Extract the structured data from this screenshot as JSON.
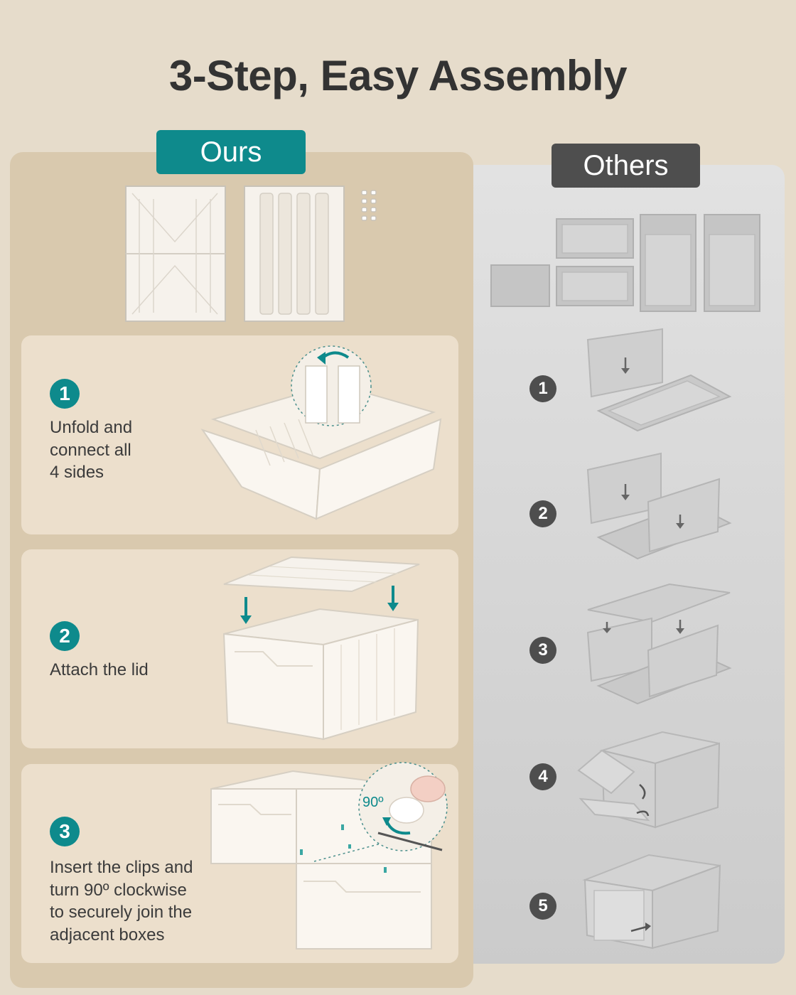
{
  "title": "3-Step, Easy Assembly",
  "ours": {
    "label": "Ours",
    "steps": [
      {
        "number": "1",
        "text": "Unfold and connect all 4 sides",
        "lines": [
          "Unfold and",
          "connect all",
          "4 sides"
        ]
      },
      {
        "number": "2",
        "text": "Attach the lid",
        "lines": [
          "Attach the lid"
        ]
      },
      {
        "number": "3",
        "text": "Insert the clips and turn 90º clockwise to securely join the adjacent boxes",
        "lines": [
          "Insert the clips and",
          "turn 90º clockwise",
          "to securely join the",
          "adjacent boxes"
        ],
        "angle_label": "90º"
      }
    ]
  },
  "others": {
    "label": "Others",
    "steps": [
      "1",
      "2",
      "3",
      "4",
      "5"
    ]
  },
  "colors": {
    "background": "#e6dccb",
    "ours_panel": "#d9c9ae",
    "card": "#ecdfcc",
    "teal": "#0e8a8c",
    "dark_gray": "#4e4e4e"
  },
  "icons": [
    "flat-box-parts",
    "unfolded-box-illustration",
    "lid-illustration",
    "clip-illustration",
    "gray-parts-illustration"
  ]
}
